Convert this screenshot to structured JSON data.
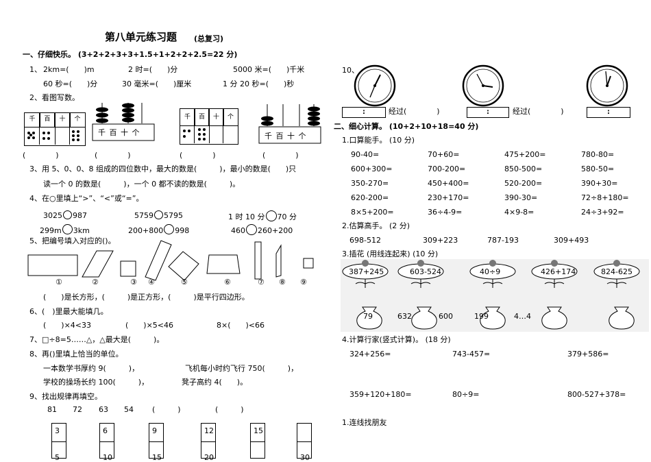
{
  "header": {
    "title": "第八单元练习题",
    "subtitle": "(总复习)"
  },
  "left": {
    "s1_title": "一、仔细快乐。 (3+2+2+3+3+1.5+1+2+2+2.5=22 分)",
    "q1_label": "1、",
    "q1_a": "2km=(　　)m",
    "q1_b": "2 时=(　　)分",
    "q1_c": "5000 米=(　　)千米",
    "q1_d": "60 秒=(　　)分",
    "q1_e": "30 毫米=(　　)厘米",
    "q1_f": "1 分 20 秒=(　　)秒",
    "q2": "2、看图写数。",
    "place_labels": [
      "千",
      "百",
      "十",
      "个"
    ],
    "abacus_labels": "千 百 十 个",
    "paren": "(　　　　)",
    "q3_a": "3、用 5、0、0、8 组成的四位数中，最大的数是(　　　)，最小的数是(　　)只",
    "q3_b": "读一个 0 的数是(　　　)，一个 0 都不读的数是(　　　)。",
    "q4": "4、在○里填上“>”、“<”或“=”。",
    "q4_a": "3025",
    "q4_a2": "987",
    "q4_b": "5759",
    "q4_b2": "5795",
    "q4_c": "1 时 10 分",
    "q4_c2": "70 分",
    "q4_d": "299m",
    "q4_d2": "3km",
    "q4_e": "200+800",
    "q4_e2": "998",
    "q4_f": "460",
    "q4_f2": "260+200",
    "q5": "5、把编号填入对应的()。",
    "shape_nums": [
      "①",
      "②",
      "③",
      "④",
      "⑤",
      "⑥",
      "⑦",
      "⑧",
      "⑨"
    ],
    "q5_ans": "(　　)是长方形，(　　　)是正方形，(　　　)是平行四边形。",
    "q6": "6、(　)里最大能填几。",
    "q6_a": "(　　)×4<33",
    "q6_b": "(　　)×5<46",
    "q6_c": "8×(　　)<66",
    "q7": "7、□÷8=5……△，△最大是(　　　)。",
    "q8": "8、再()里填上恰当的单位。",
    "q8_a": "一本数学书厚约 9(　　　)，",
    "q8_b": "飞机每小时约飞行 750(　　　)，",
    "q8_c": "学校的操场长约 100(　　　)，",
    "q8_d": "凳子高约 4(　　)。",
    "q9": "9、找出规律再填空。",
    "q9_seq": [
      "81",
      "72",
      "63",
      "54",
      "(　　　)",
      "(　　　)"
    ],
    "q9_top": [
      "3",
      "6",
      "9",
      "12",
      "15",
      ""
    ],
    "q9_bot": [
      "5",
      "10",
      "15",
      "20",
      "",
      "30"
    ]
  },
  "right": {
    "q10": "10、",
    "clock_colon": ":",
    "passed": "经过(　　　　)",
    "s2_title": "二、细心计算。 (10+2+10+18=40 分)",
    "p1": "1.口算能手。 (10 分)",
    "oral": [
      [
        "90-40=",
        "70+60=",
        "475+200=",
        "780-80="
      ],
      [
        "600+300=",
        "700-200=",
        "850-500=",
        "580-50="
      ],
      [
        "350-270=",
        "450+400=",
        "520-200=",
        "390+30="
      ],
      [
        "620-200=",
        "230+170=",
        "390-30=",
        "72÷8+180="
      ],
      [
        "8×5+200=",
        "36÷4-9=",
        "4×9-8=",
        "24÷3+92="
      ]
    ],
    "p2": "2.估算高手。 (2 分)",
    "est": [
      "698-512",
      "309+223",
      "787-193",
      "309+493"
    ],
    "p3": "3.插花 (用线连起来) (10 分)",
    "flowers": [
      "387+245",
      "603-524",
      "40÷9",
      "426+174",
      "824-625"
    ],
    "vases": [
      "79",
      "632",
      "600",
      "199",
      "4…4"
    ],
    "p4": "4.计算行家(竖式计算)。 (18 分)",
    "col_a": "324+256=",
    "col_b": "743-457=",
    "col_c": "379+586=",
    "col_d": "359+120+180=",
    "col_e": "80÷9=",
    "col_f": "800-527+378=",
    "p5": "1.连线找朋友"
  }
}
